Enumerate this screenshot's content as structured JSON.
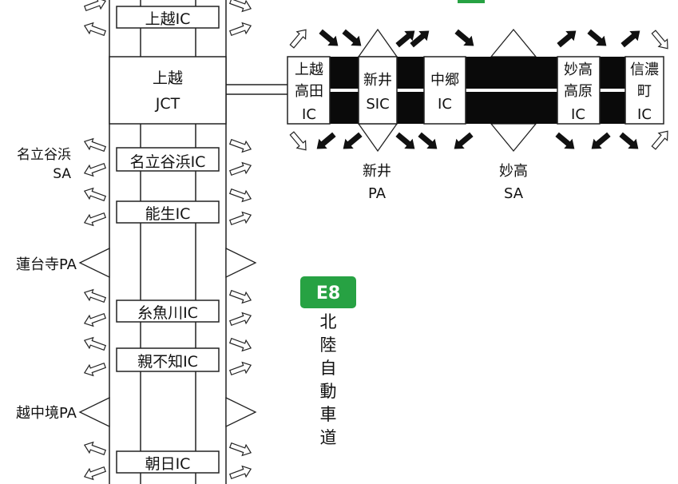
{
  "route_badge": {
    "code": "E8",
    "name": "北陸自動車道",
    "color": "#27a243"
  },
  "vertical_road": {
    "interchanges": [
      {
        "id": "joetsu-ic",
        "label": "上越IC"
      },
      {
        "id": "joetsu-jct",
        "lines": [
          "上越",
          "JCT"
        ]
      },
      {
        "id": "nadachi-ic",
        "label": "名立谷浜IC"
      },
      {
        "id": "nou-ic",
        "label": "能生IC"
      },
      {
        "id": "itoigawa-ic",
        "label": "糸魚川IC"
      },
      {
        "id": "oyashirazu-ic",
        "label": "親不知IC"
      },
      {
        "id": "asahi-ic",
        "label": "朝日IC"
      }
    ],
    "side_facilities": [
      {
        "id": "nadachi-sa",
        "lines": [
          "名立谷浜",
          "SA"
        ]
      },
      {
        "id": "rendaiji-pa",
        "label": "蓮台寺PA"
      },
      {
        "id": "echigo-sakai-pa",
        "label": "越中境PA"
      }
    ]
  },
  "horizontal_road": {
    "interchanges": [
      {
        "id": "joetsu-takada-ic",
        "lines": [
          "上越",
          "高田",
          "IC"
        ]
      },
      {
        "id": "arai-sic",
        "lines": [
          "新井",
          "SIC"
        ]
      },
      {
        "id": "nakago-ic",
        "lines": [
          "中郷",
          "IC"
        ]
      },
      {
        "id": "myoko-kogen-ic",
        "lines": [
          "妙高",
          "高原",
          "IC"
        ]
      },
      {
        "id": "shinanomachi-ic",
        "lines": [
          "信濃",
          "町",
          "IC"
        ]
      }
    ],
    "facilities": [
      {
        "id": "arai-pa",
        "lines": [
          "新井",
          "PA"
        ]
      },
      {
        "id": "myoko-sa",
        "lines": [
          "妙高",
          "SA"
        ]
      }
    ]
  }
}
